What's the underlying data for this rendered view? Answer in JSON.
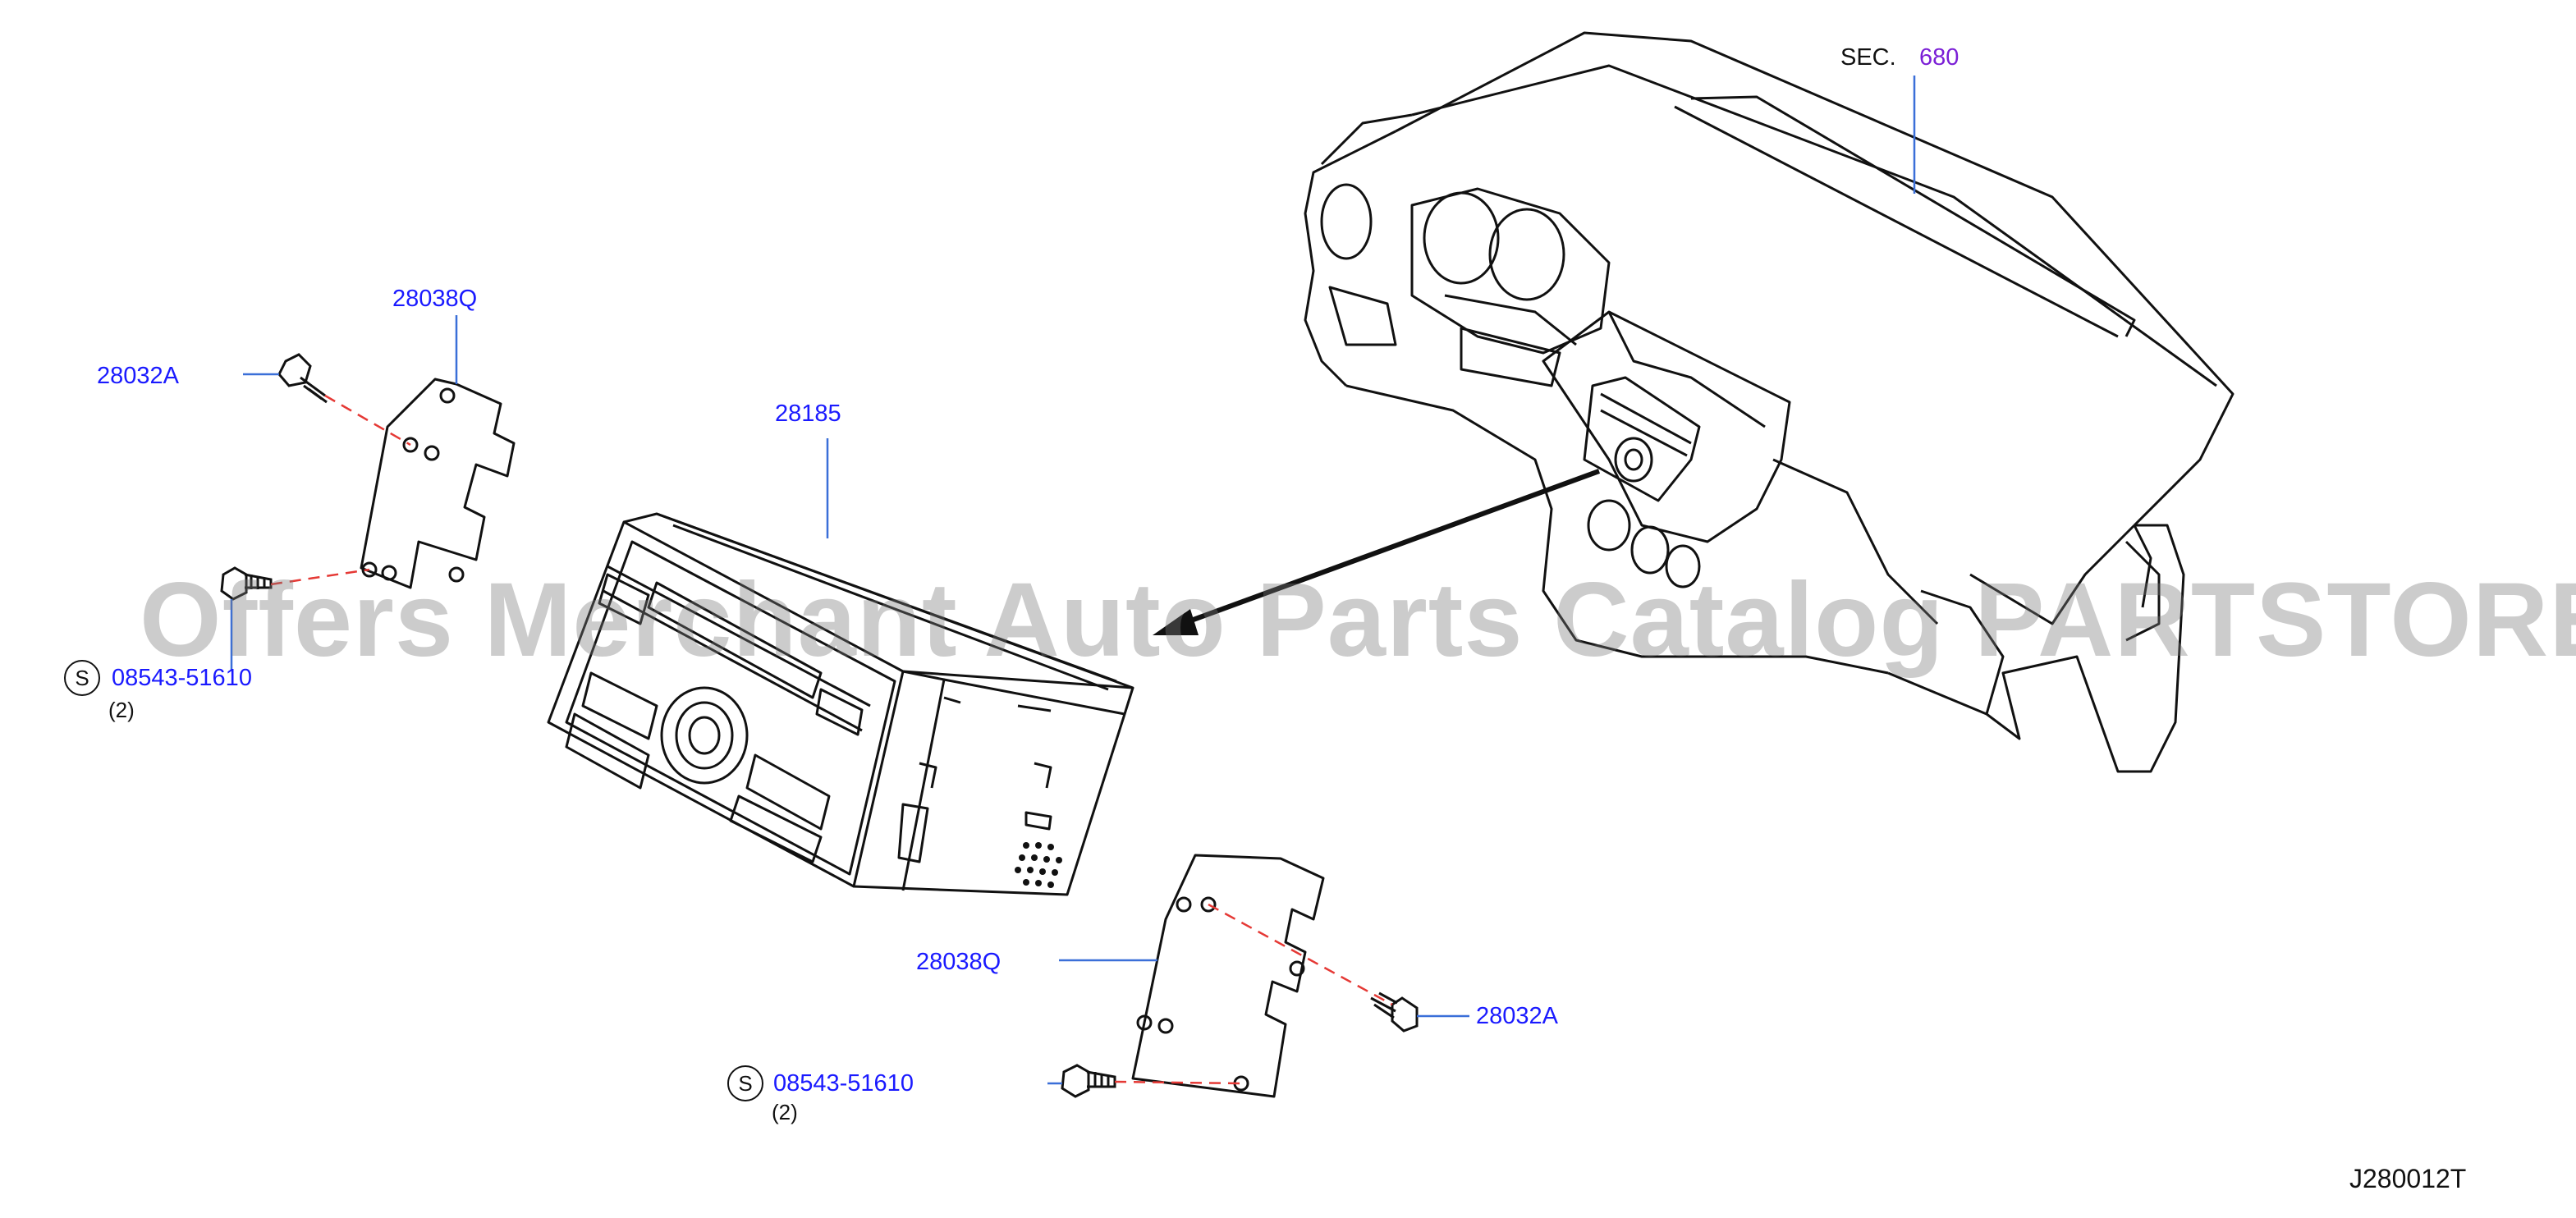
{
  "labels": {
    "sec_prefix": "SEC.",
    "sec_number": "680",
    "bracket_upper": "28038Q",
    "bolt_upper": "28032A",
    "radio_unit": "28185",
    "screw_upper": "08543-51610",
    "screw_upper_qty": "(2)",
    "bracket_lower": "28038Q",
    "bolt_lower": "28032A",
    "screw_lower": "08543-51610",
    "screw_lower_qty": "(2)",
    "standard_part_marker_upper": "S",
    "standard_part_marker_lower": "S"
  },
  "watermark": "Offers Merchant Auto Parts Catalog PARTSTORE.SA",
  "diagram_id": "J280012T",
  "colors": {
    "callout_text": "#1a1aff",
    "section_number": "#7b1fd6",
    "leader_line": "#3a6fd8",
    "dashed_line": "#e53935",
    "outline": "#111111"
  }
}
